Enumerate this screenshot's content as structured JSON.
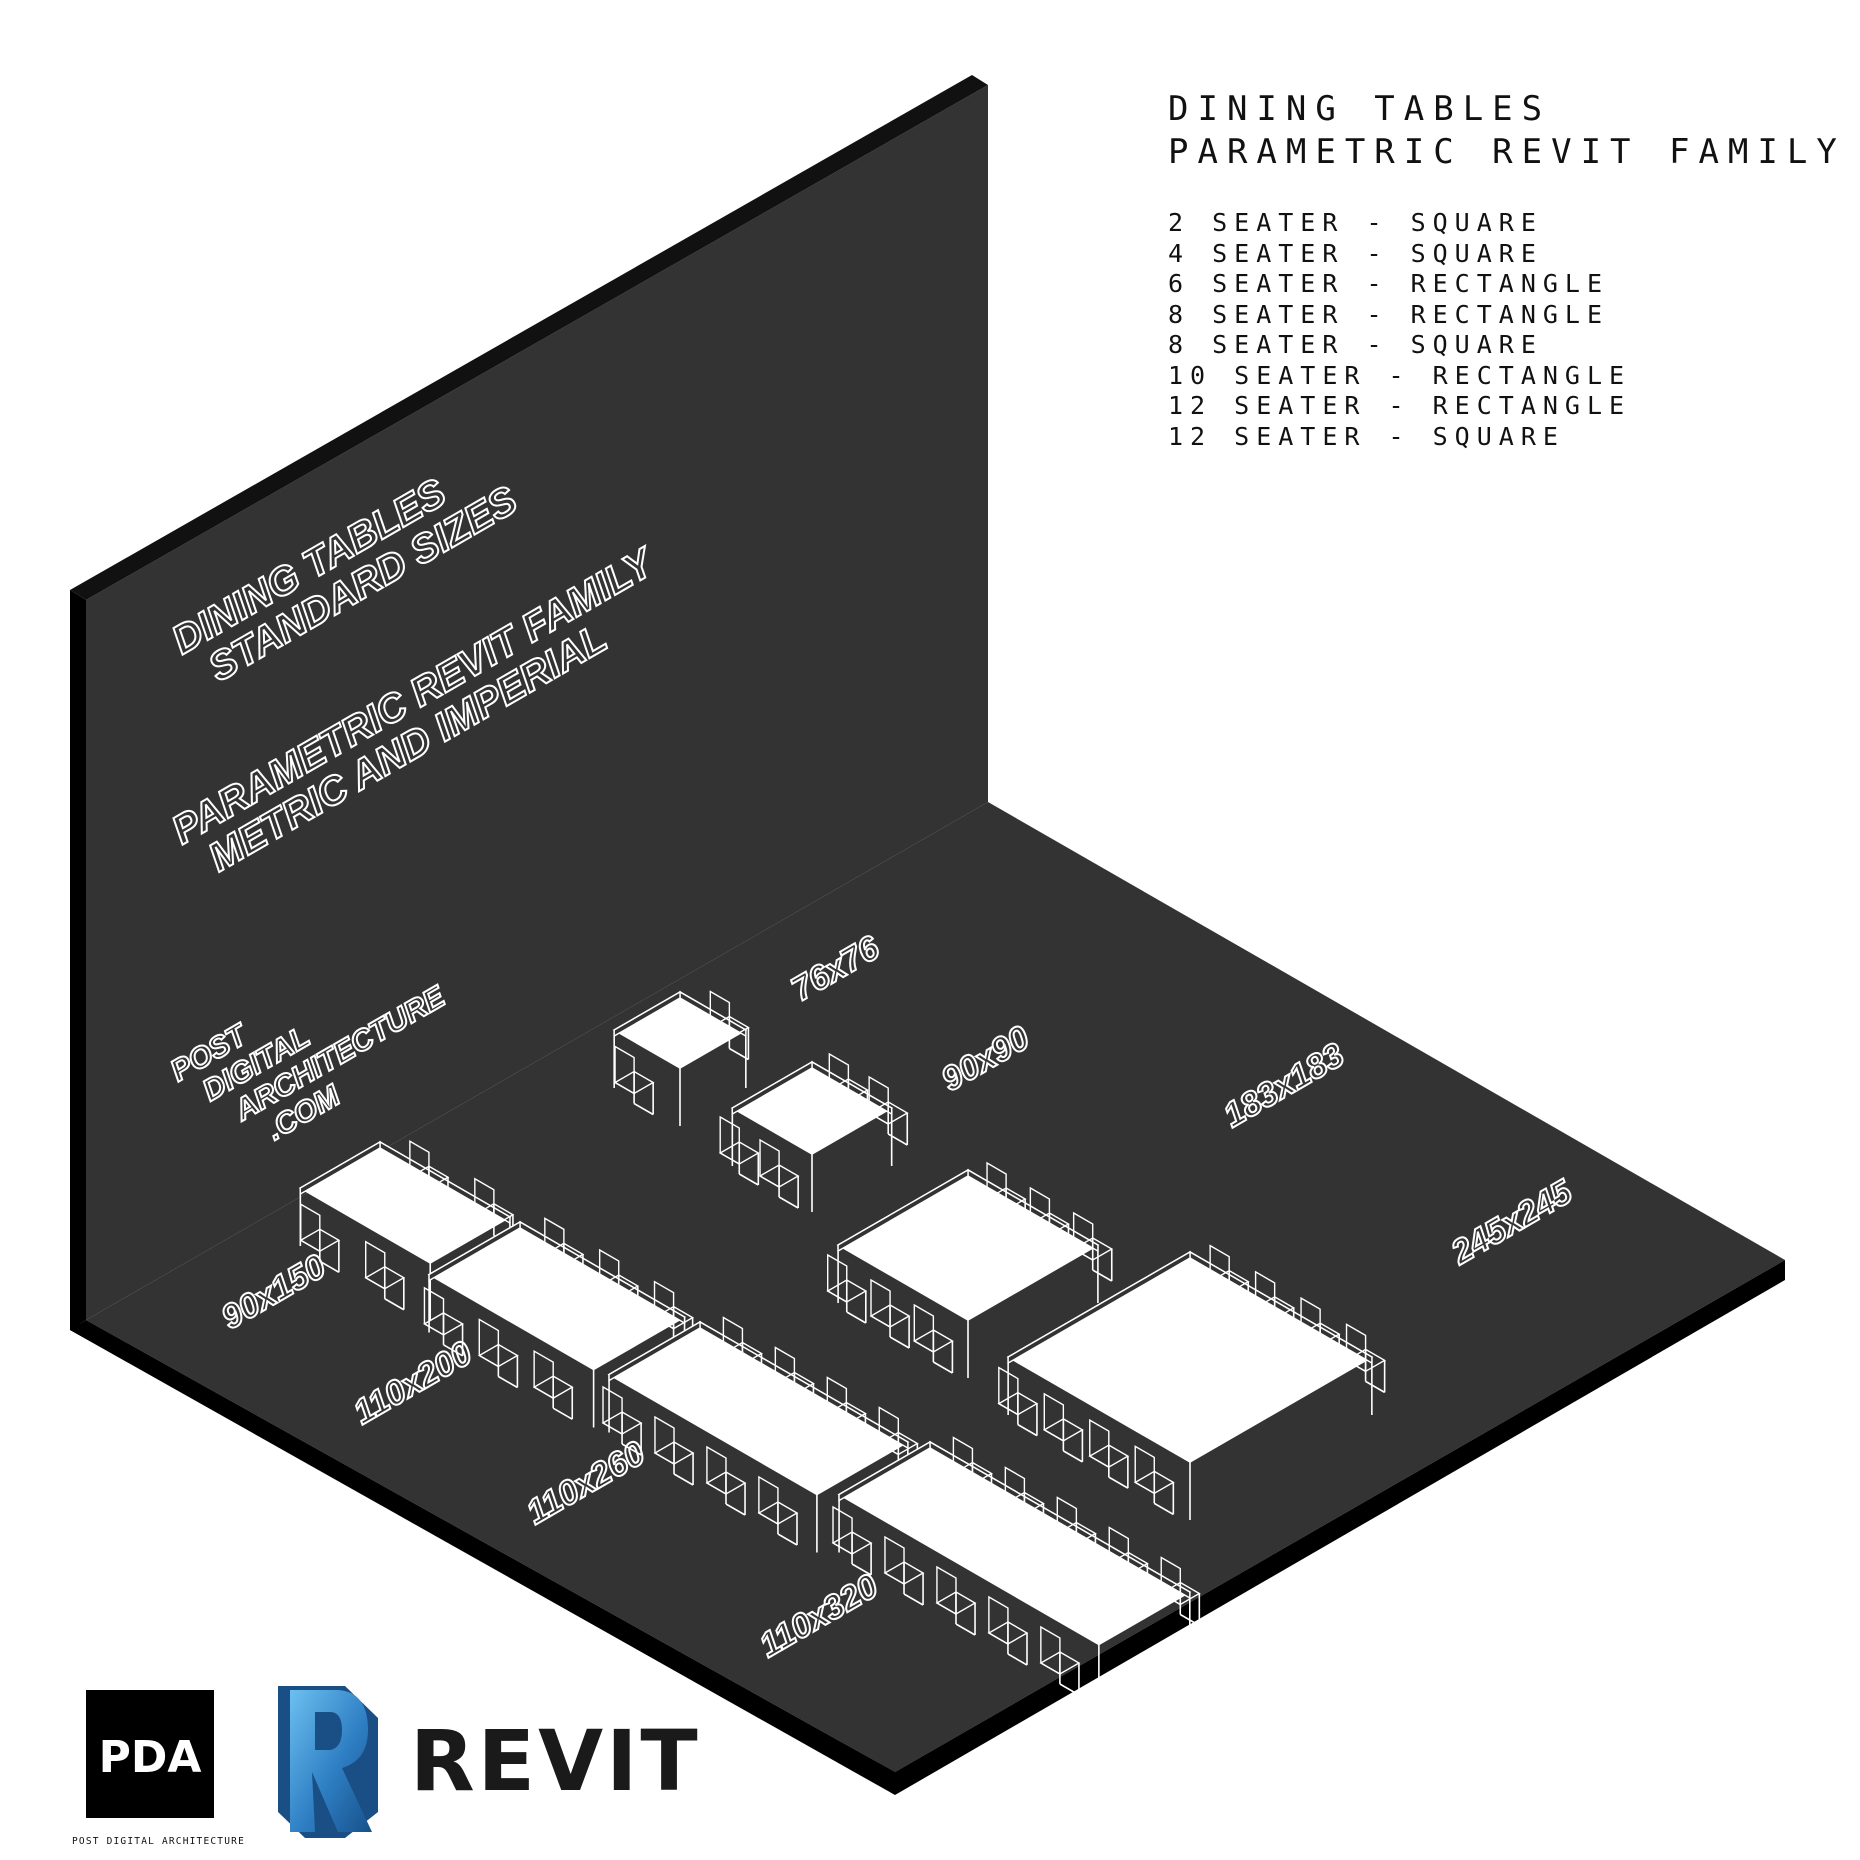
{
  "header": {
    "title_line1": "DINING TABLES",
    "title_line2": "PARAMETRIC REVIT FAMILY"
  },
  "variants": [
    "2 SEATER - SQUARE",
    "4 SEATER - SQUARE",
    "6 SEATER - RECTANGLE",
    "8 SEATER - RECTANGLE",
    "8 SEATER - SQUARE",
    "10 SEATER - RECTANGLE",
    "12 SEATER - RECTANGLE",
    "12 SEATER - SQUARE"
  ],
  "wall": {
    "line1": "DINING TABLES",
    "line2": "STANDARD SIZES",
    "line3": "PARAMETRIC REVIT FAMILY",
    "line4": "METRIC AND IMPERIAL",
    "site1": "POST",
    "site2": "DIGITAL",
    "site3": "ARCHITECTURE",
    "site4": ".COM"
  },
  "sizes": {
    "s76x76": "76x76",
    "s90x90": "90x90",
    "s183x183": "183x183",
    "s245x245": "245x245",
    "s90x150": "90x150",
    "s110x200": "110x200",
    "s110x260": "110x260",
    "s110x320": "110x320"
  },
  "branding": {
    "pda_logo": "PDA",
    "pda_caption": "POST DIGITAL ARCHITECTURE",
    "revit_logo_letter": "R",
    "revit_word": "REVIT"
  },
  "colors": {
    "scene_dark": "#333333",
    "edge_black": "#000000",
    "line_white": "#ffffff",
    "revit_blue_light": "#4fa3e0",
    "revit_blue_dark": "#1c5d9c"
  }
}
